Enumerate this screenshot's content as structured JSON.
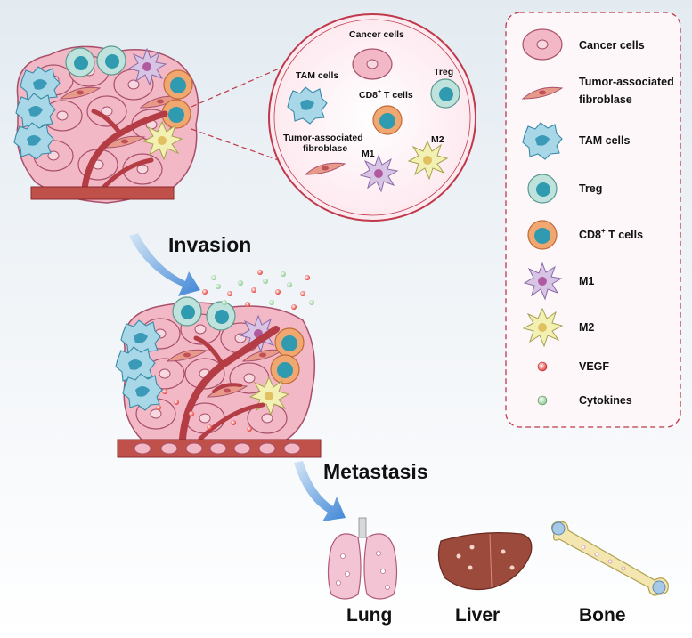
{
  "diagram": {
    "stage_labels": {
      "invasion": "Invasion",
      "metastasis": "Metastasis"
    },
    "zoom_labels": {
      "cancer_cells": "Cancer cells",
      "tam_cells": "TAM cells",
      "treg": "Treg",
      "cd8_prefix": "CD8",
      "cd8_sup": "+",
      "cd8_suffix": " T cells",
      "taf_line1": "Tumor-associated",
      "taf_line2": "fibroblase",
      "m1": "M1",
      "m2": "M2"
    },
    "organs": {
      "lung": "Lung",
      "liver": "Liver",
      "bone": "Bone"
    },
    "legend": {
      "cancer_cells": "Cancer cells",
      "taf_line1": "Tumor-associated",
      "taf_line2": "fibroblase",
      "tam_cells": "TAM cells",
      "treg": "Treg",
      "cd8_prefix": "CD8",
      "cd8_sup": "+",
      "cd8_suffix": " T cells",
      "m1": "M1",
      "m2": "M2",
      "vegf": "VEGF",
      "cytokines": "Cytokines"
    },
    "colors": {
      "cancer_fill": "#f2b8c6",
      "cancer_stroke": "#a8506a",
      "vessel": "#b43c44",
      "tam": "#a8d8e8",
      "treg": "#bfe3dc",
      "cd8": "#f0a870",
      "m1": "#d8c4e4",
      "m2": "#f3f0b4",
      "vegf": "#e53935",
      "cytokine": "#a5d6a7",
      "legend_border": "#c0394b",
      "arrow": "#4a90d9",
      "liver": "#9c4a3c",
      "lung": "#f3c4d4",
      "bone": "#f3e6b0"
    }
  }
}
